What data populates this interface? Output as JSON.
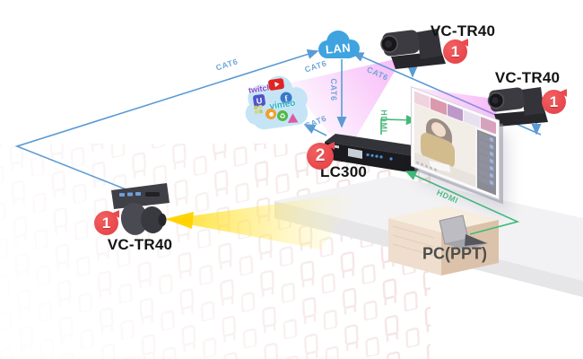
{
  "devices": {
    "camera_top": {
      "label": "VC-TR40",
      "badge": "1"
    },
    "camera_right": {
      "label": "VC-TR40",
      "badge": "1"
    },
    "camera_audience": {
      "label": "VC-TR40",
      "badge": "1"
    },
    "recorder": {
      "label": "LC300",
      "badge": "2"
    },
    "pc": {
      "label": "PC(PPT)"
    },
    "lan": {
      "label": "LAN"
    }
  },
  "streaming_cloud": {
    "twitch": "twitch",
    "vimeo": "vimeo",
    "ustream": "U",
    "facebook": "f"
  },
  "cables": {
    "cat6_label": "CAT6",
    "hdmi_label": "HDMI"
  },
  "colors": {
    "cat6_line": "#5b9bd5",
    "hdmi_line": "#3fbb7a",
    "badge_red": "#e9494f",
    "lan_cloud": "#3fa3e0",
    "stream_cloud": "#c5e5f6",
    "fov_pink": "#ee6ff0",
    "beam_yellow": "#ffd900"
  }
}
